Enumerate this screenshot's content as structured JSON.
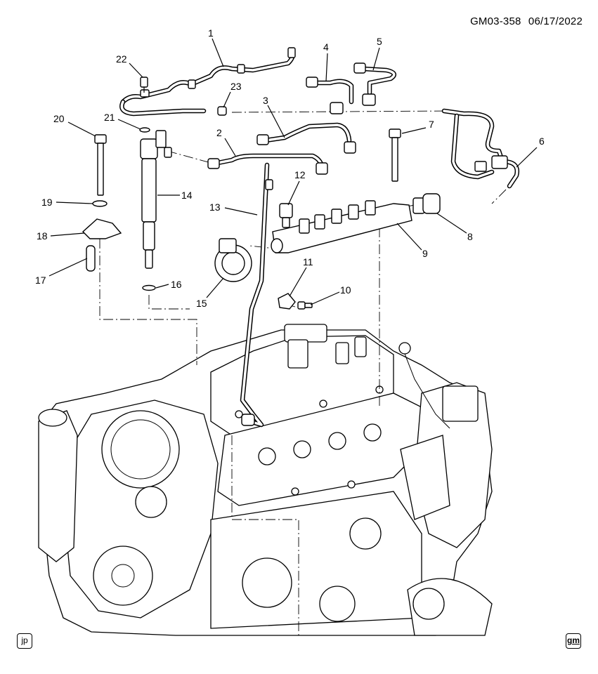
{
  "header": {
    "code": "GM03-358",
    "date": "06/17/2022"
  },
  "callouts": [
    "1",
    "2",
    "3",
    "4",
    "5",
    "6",
    "7",
    "8",
    "9",
    "10",
    "11",
    "12",
    "13",
    "14",
    "15",
    "16",
    "17",
    "18",
    "19",
    "20",
    "21",
    "22",
    "23"
  ],
  "corners": {
    "left": "jp",
    "right": "gm"
  }
}
